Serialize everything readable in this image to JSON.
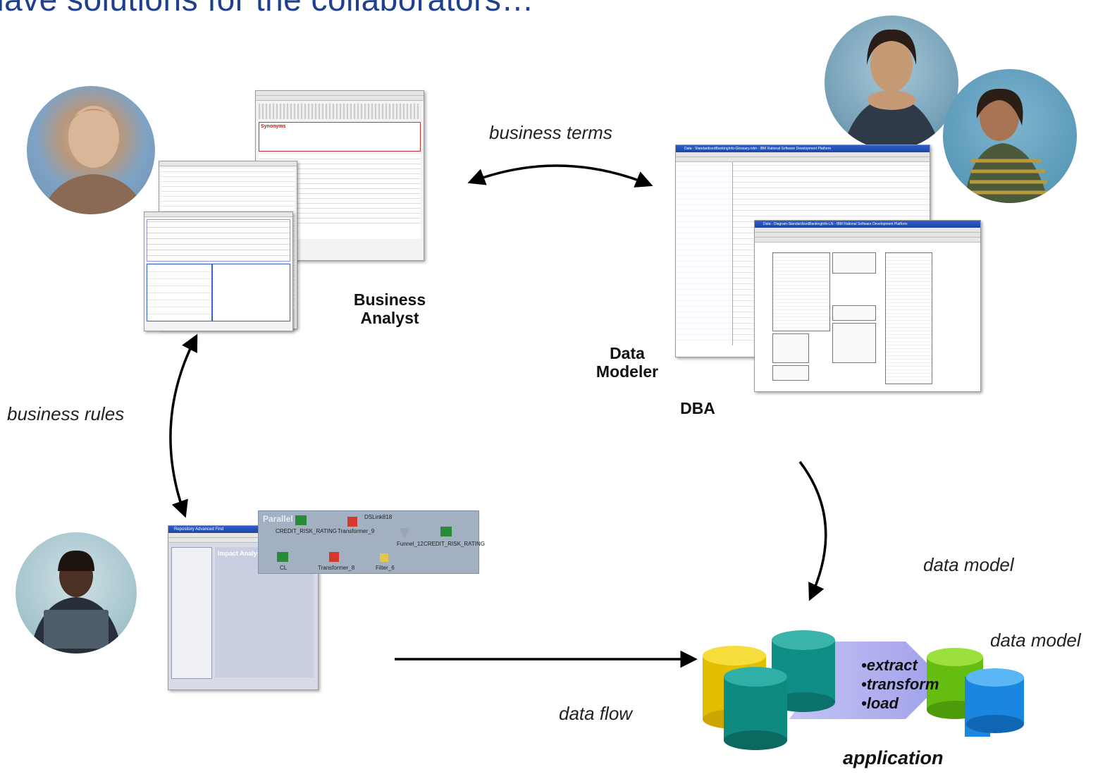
{
  "title": "have solutions for the collaborators…",
  "edges": {
    "business_terms": "business terms",
    "business_rules": "business rules",
    "data_model_down": "data model",
    "data_flow": "data flow",
    "data_model_target": "data model"
  },
  "roles": {
    "business_analyst": [
      "Business",
      "Analyst"
    ],
    "data_modeler": [
      "Data",
      "Modeler"
    ],
    "dba": "DBA",
    "application": "application"
  },
  "etl": [
    "•extract",
    "•transform",
    "•load"
  ],
  "job_nodes": {
    "credit_risk_rating": "CREDIT_RISK_RATING",
    "transformer_9": "Transformer_9",
    "dslink": "DSLink818",
    "credit_risk_rating_2": "CREDIT_RISK_RATING",
    "cl": "CL",
    "transformer_8": "Transformer_8",
    "filter_6": "Filter_6",
    "funnel": "Funnel_12"
  },
  "windows": {
    "data_modeler_title": "Data - StandardizedBankingInfo-Glossary.ndm - IBM Rational Software Development Platform",
    "diagram_title": "Data - Diagram-StandardizedBankingInfo-LN - IBM Rational Software Development Platform",
    "repository_title": "Repository Advanced Find",
    "impact_analysis": "Impact Analysis",
    "parallel": "Parallel",
    "ba_heading": "Synonyms"
  },
  "colors": {
    "title": "#1f3f8f",
    "arrow": "#000000",
    "cylinder_yellow": "#e8c400",
    "cylinder_teal": "#0f8f88",
    "cylinder_green": "#6cc414",
    "cylinder_blue": "#1e8ee6",
    "etl_arrow": "#a8a8f0"
  },
  "icons": [
    "person-photo",
    "double-arrow",
    "cylinder-icon",
    "etl-arrow"
  ]
}
